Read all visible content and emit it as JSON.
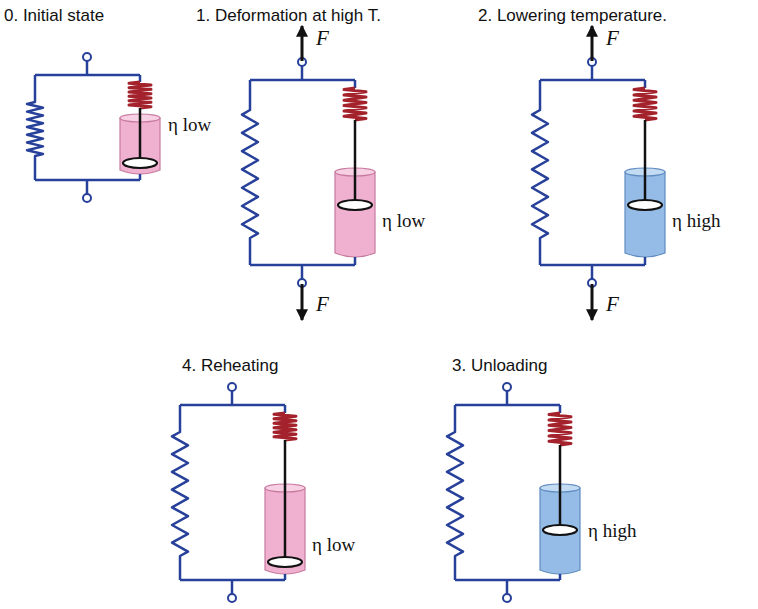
{
  "diagram": {
    "labels": [
      "0. Initial state",
      "1. Deformation at high T.",
      "2. Lowering temperature.",
      "F",
      "η low",
      "η low",
      "η high",
      "F",
      "F",
      "F",
      "4. Reheating",
      "3. Unloading",
      "η low",
      "η high"
    ]
  }
}
